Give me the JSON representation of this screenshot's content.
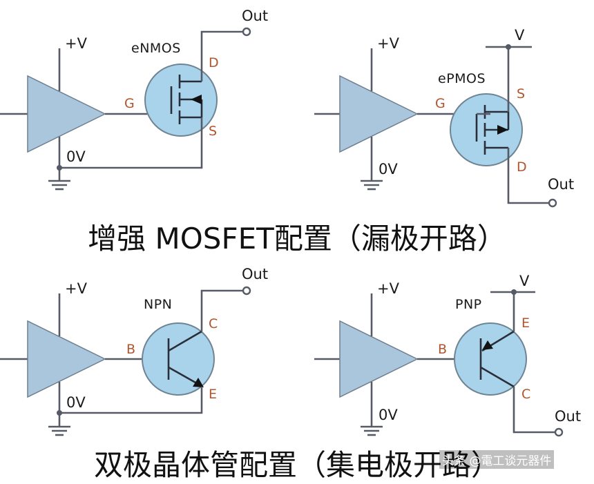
{
  "circuits": {
    "enmos": {
      "device": "eNMOS",
      "supply": "+V",
      "ground": "0V",
      "gate": "G",
      "drain": "D",
      "source": "S",
      "output": "Out"
    },
    "epmos": {
      "device": "ePMOS",
      "supply": "+V",
      "ground": "0V",
      "rail": "V",
      "gate": "G",
      "drain": "D",
      "source": "S",
      "output": "Out"
    },
    "npn": {
      "device": "NPN",
      "supply": "+V",
      "ground": "0V",
      "base": "B",
      "collector": "C",
      "emitter": "E",
      "output": "Out"
    },
    "pnp": {
      "device": "PNP",
      "supply": "+V",
      "ground": "0V",
      "rail": "V",
      "base": "B",
      "collector": "C",
      "emitter": "E",
      "output": "Out"
    }
  },
  "captions": {
    "mosfet": "增强 MOSFET配置（漏极开路）",
    "bjt": "双极晶体管配置（集电极开路）"
  },
  "watermark": "头条 @電工谈元器件",
  "colors": {
    "amplifier_fill": "#a9c6dd",
    "transistor_fill": "#a9d3ea",
    "pin_label": "#b0552e",
    "wire": "#555a66"
  }
}
